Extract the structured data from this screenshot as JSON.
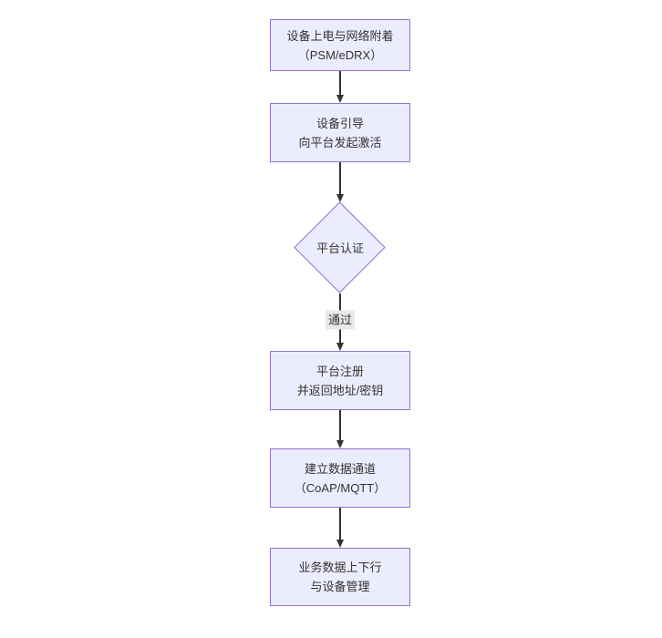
{
  "theme": {
    "canvas_bg": "#ffffff",
    "node_fill": "#ECECFF",
    "node_border": "#9370DB",
    "text_color": "#333333",
    "arrow_color": "#333333",
    "edge_label_bg": "#e8e8e8"
  },
  "flowchart": {
    "type": "flowchart-top-down",
    "nodes": [
      {
        "shape": "rect",
        "line1": "设备上电与网络附着",
        "line2": "（PSM/eDRX）"
      },
      {
        "shape": "rect",
        "line1": "设备引导",
        "line2": "向平台发起激活"
      },
      {
        "shape": "diamond",
        "line1": "平台认证",
        "line2": ""
      },
      {
        "shape": "rect",
        "line1": "平台注册",
        "line2": "并返回地址/密钥"
      },
      {
        "shape": "rect",
        "line1": "建立数据通道",
        "line2": "（CoAP/MQTT）"
      },
      {
        "shape": "rect",
        "line1": "业务数据上下行",
        "line2": "与设备管理"
      }
    ],
    "edges": [
      {
        "label": ""
      },
      {
        "label": ""
      },
      {
        "label": "通过"
      },
      {
        "label": ""
      },
      {
        "label": ""
      }
    ]
  }
}
